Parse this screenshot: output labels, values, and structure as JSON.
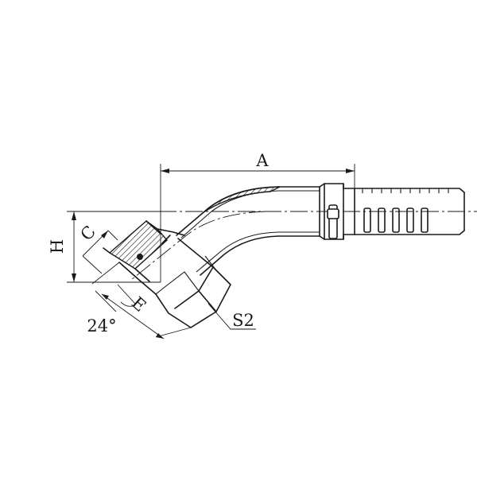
{
  "labels": {
    "a": "A",
    "h": "H",
    "c": "C",
    "e": "E",
    "angle": "24°",
    "s2": "S2"
  }
}
